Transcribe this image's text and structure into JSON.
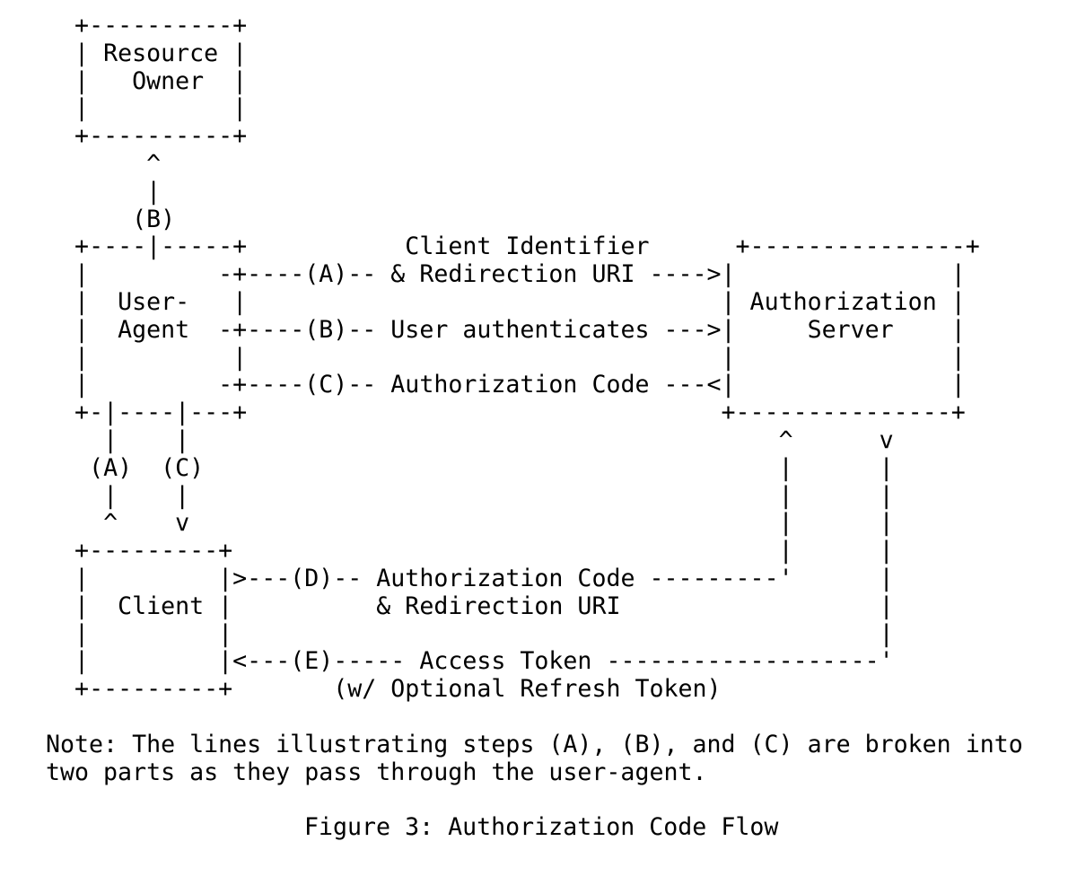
{
  "page": {
    "background_color": "#ffffff",
    "text_color": "#000000"
  },
  "figure": {
    "caption": "Figure 3: Authorization Code Flow",
    "note_lines": [
      "Note: The lines illustrating steps (A), (B), and (C) are broken into",
      "two parts as they pass through the user-agent."
    ],
    "entities": [
      "Resource Owner",
      "User-Agent",
      "Authorization Server",
      "Client"
    ],
    "flow_steps": [
      {
        "id": "(A)",
        "label": "Client Identifier & Redirection URI"
      },
      {
        "id": "(B)",
        "label": "User authenticates"
      },
      {
        "id": "(C)",
        "label": "Authorization Code"
      },
      {
        "id": "(D)",
        "label": "Authorization Code & Redirection URI"
      },
      {
        "id": "(E)",
        "label": "Access Token (w/ Optional Refresh Token)"
      }
    ],
    "ascii_art": [
      "     +----------+",
      "     | Resource |",
      "     |   Owner  |",
      "     |          |",
      "     +----------+",
      "          ^",
      "          |",
      "         (B)",
      "     +----|-----+           Client Identifier      +---------------+",
      "     |         -+----(A)-- & Redirection URI ---->|               |",
      "     |  User-   |                                 | Authorization |",
      "     |  Agent  -+----(B)-- User authenticates --->|     Server    |",
      "     |          |                                 |               |",
      "     |         -+----(C)-- Authorization Code ---<|               |",
      "     +-|----|---+                                 +---------------+",
      "       |    |                                         ^      v",
      "      (A)  (C)                                        |      |",
      "       |    |                                         |      |",
      "       ^    v                                         |      |",
      "     +---------+                                      |      |",
      "     |         |>---(D)-- Authorization Code ---------'      |",
      "     |  Client |          & Redirection URI                  |",
      "     |         |                                             |",
      "     |         |<---(E)----- Access Token -------------------'",
      "     +---------+       (w/ Optional Refresh Token)"
    ]
  }
}
